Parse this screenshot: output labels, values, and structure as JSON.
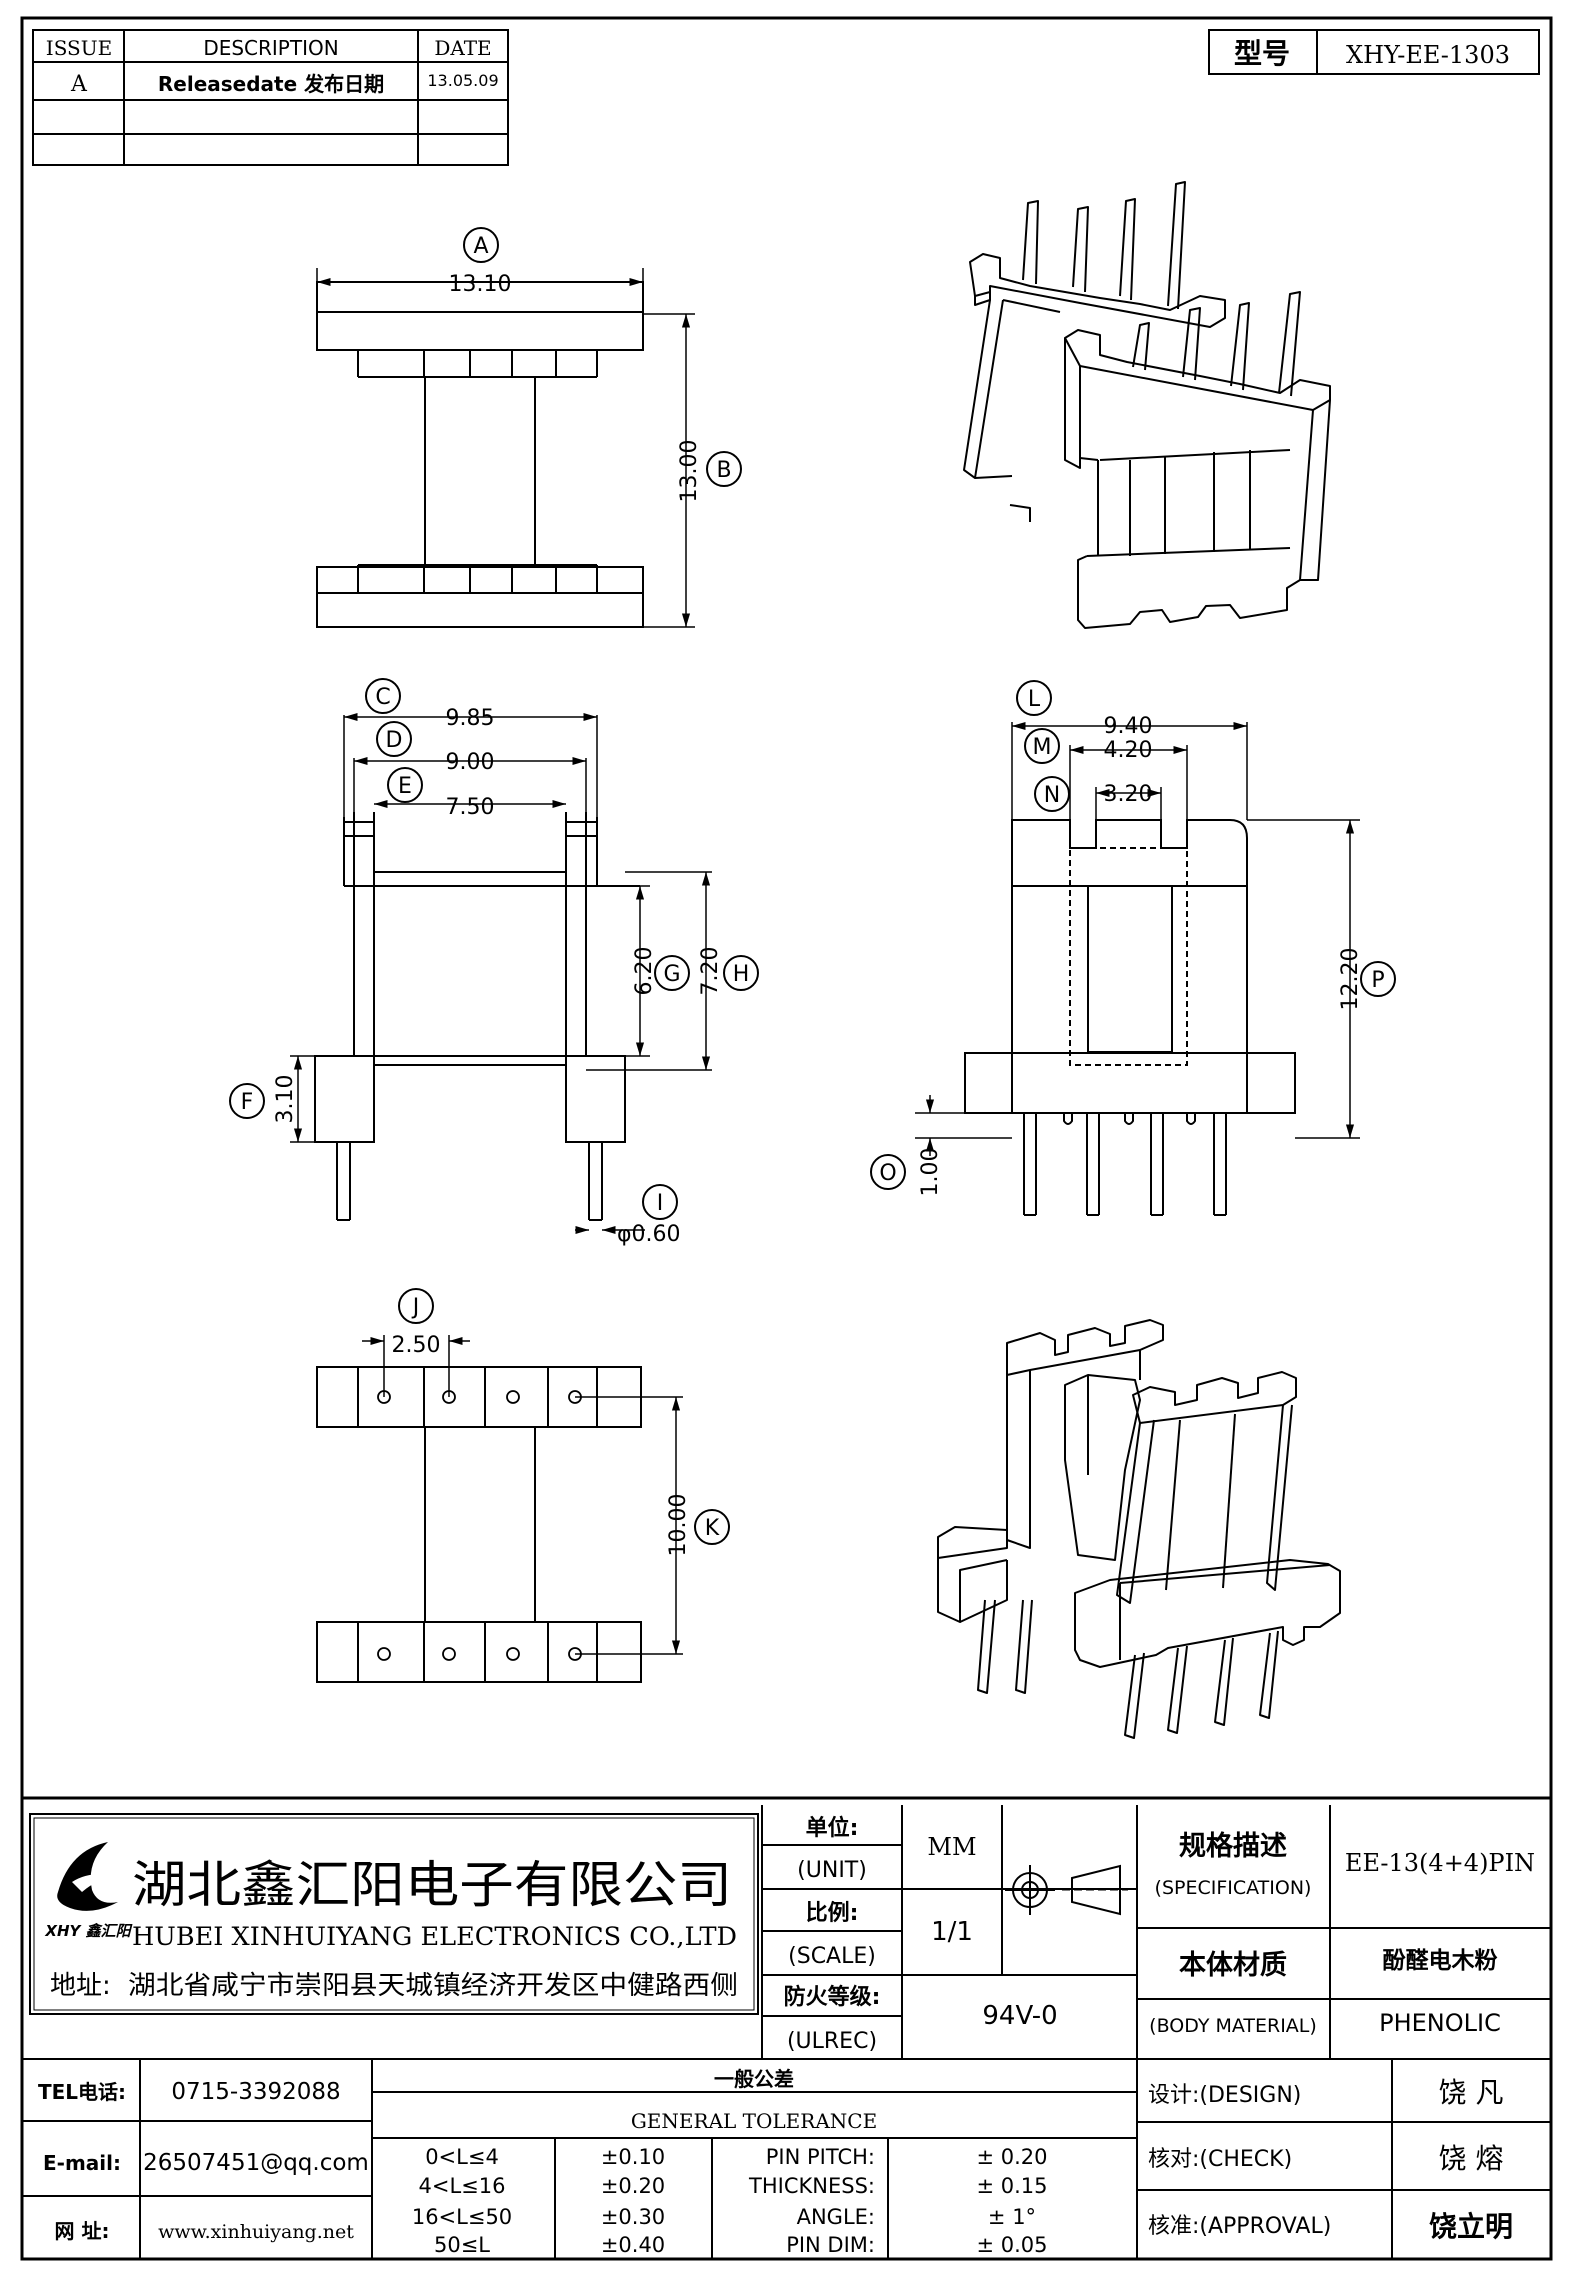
{
  "revision_table": {
    "headers": [
      "ISSUE",
      "DESCRIPTION",
      "DATE"
    ],
    "rows": [
      {
        "issue": "A",
        "description": "Releasedate 发布日期",
        "date": "13.05.09"
      },
      {
        "issue": "",
        "description": "",
        "date": ""
      },
      {
        "issue": "",
        "description": "",
        "date": ""
      }
    ]
  },
  "model": {
    "label": "型号",
    "value": "XHY-EE-1303"
  },
  "dimensions": {
    "A": {
      "letter": "A",
      "value": "13.10"
    },
    "B": {
      "letter": "B",
      "value": "13.00"
    },
    "C": {
      "letter": "C",
      "value": "9.85"
    },
    "D": {
      "letter": "D",
      "value": "9.00"
    },
    "E": {
      "letter": "E",
      "value": "7.50"
    },
    "F": {
      "letter": "F",
      "value": "3.10"
    },
    "G": {
      "letter": "G",
      "value": "6.20"
    },
    "H": {
      "letter": "H",
      "value": "7.20"
    },
    "I": {
      "letter": "I",
      "value": "φ0.60"
    },
    "J": {
      "letter": "J",
      "value": "2.50"
    },
    "K": {
      "letter": "K",
      "value": "10.00"
    },
    "L": {
      "letter": "L",
      "value": "9.40"
    },
    "M": {
      "letter": "M",
      "value": "4.20"
    },
    "N": {
      "letter": "N",
      "value": "3.20"
    },
    "O": {
      "letter": "O",
      "value": "1.00"
    },
    "P": {
      "letter": "P",
      "value": "12.20"
    }
  },
  "company": {
    "name_cn": "湖北鑫汇阳电子有限公司",
    "name_en": "HUBEI XINHUIYANG ELECTRONICS CO.,LTD",
    "logo_text": "XHY 鑫汇阳",
    "address_label": "地址:",
    "address": "湖北省咸宁市崇阳县天城镇经济开发区中健路西侧"
  },
  "title_block": {
    "unit_label": "单位:",
    "unit_label_en": "(UNIT)",
    "unit_value": "MM",
    "scale_label": "比例:",
    "scale_label_en": "(SCALE)",
    "scale_value": "1/1",
    "fire_label": "防火等级:",
    "fire_label_en": "(ULREC)",
    "fire_value": "94V-0",
    "spec_label": "规格描述",
    "spec_label_en": "(SPECIFICATION)",
    "spec_value": "EE-13(4+4)PIN",
    "material_label": "本体材质",
    "material_label_en": "(BODY MATERIAL)",
    "material_value_cn": "酚醛电木粉",
    "material_value_en": "PHENOLIC"
  },
  "contact": {
    "tel_label": "TEL电话:",
    "tel": "0715-3392088",
    "email_label": "E-mail:",
    "email": "26507451@qq.com",
    "web_label": "网   址:",
    "web": "www.xinhuiyang.net"
  },
  "tolerance": {
    "title_cn": "一般公差",
    "title_en": "GENERAL TOLERANCE",
    "ranges": [
      {
        "range": "0<L≤4",
        "tol": "±0.10"
      },
      {
        "range": "4<L≤16",
        "tol": "±0.20"
      },
      {
        "range": "16<L≤50",
        "tol": "±0.30"
      },
      {
        "range": "50≤L",
        "tol": "±0.40"
      }
    ],
    "others": [
      {
        "label": "PIN PITCH:",
        "value": "±  0.20"
      },
      {
        "label": "THICKNESS:",
        "value": "±  0.15"
      },
      {
        "label": "ANGLE:",
        "value": "±  1°"
      },
      {
        "label": "PIN DIM:",
        "value": "±  0.05"
      }
    ]
  },
  "approvals": [
    {
      "label": "设计:(DESIGN)",
      "name": "饶  凡"
    },
    {
      "label": "核对:(CHECK)",
      "name": "饶  熔"
    },
    {
      "label": "核准:(APPROVAL)",
      "name": "饶立明"
    }
  ]
}
